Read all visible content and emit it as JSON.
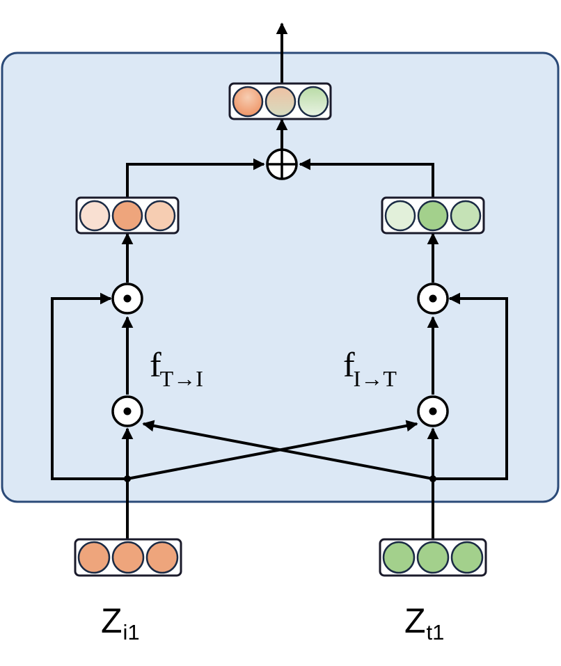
{
  "labels": {
    "f_t_to_i": {
      "base": "f",
      "sub": "T→I"
    },
    "f_i_to_t": {
      "base": "f",
      "sub": "I→T"
    },
    "z_image": {
      "base": "Z",
      "sub": "i1"
    },
    "z_text": {
      "base": "Z",
      "sub": "t1"
    }
  },
  "operators": {
    "sum": "⊕",
    "product": "⊙"
  },
  "colors": {
    "panel_fill": "#dce8f5",
    "panel_stroke": "#2b4a78",
    "line": "#000000",
    "vector_stroke": "#1a1a2a",
    "orange": "#eea57c",
    "orange_light": "#f6cdb2",
    "orange_pale": "#f9e0d2",
    "green": "#a3d08c",
    "green_light": "#c5e2b6",
    "green_pale": "#e2f0da"
  }
}
